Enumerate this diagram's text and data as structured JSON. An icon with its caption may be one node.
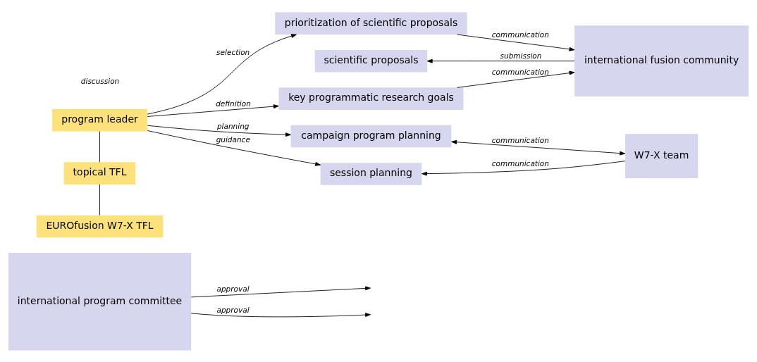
{
  "diagram": {
    "nodes": [
      {
        "text": [
          "international program committee"
        ]
      },
      {
        "text": [
          "program leader"
        ]
      },
      {
        "text": [
          "topical TFL"
        ]
      },
      {
        "text": [
          "EUROfusion W7-X TFL"
        ]
      },
      {
        "text": [
          "key programmatic research goals"
        ]
      },
      {
        "text": [
          "scientific proposals"
        ]
      },
      {
        "text": [
          "prioritization of scientific proposals"
        ]
      },
      {
        "text": [
          "campaign program planning"
        ]
      },
      {
        "text": [
          "session planning"
        ]
      },
      {
        "text": [
          "international fusion community"
        ]
      },
      {
        "text": [
          "W7-X team"
        ]
      }
    ],
    "edges": [
      {
        "from": 0,
        "to": null,
        "arrow": "to",
        "label": "approval"
      },
      {
        "from": 0,
        "to": null,
        "arrow": "to",
        "label": "approval"
      },
      {
        "from": 1,
        "to": 2,
        "arrow": "none"
      },
      {
        "from": 2,
        "to": 3,
        "arrow": "none"
      },
      {
        "from": 1,
        "to": 4,
        "arrow": "to",
        "label": "definition"
      },
      {
        "from": 1,
        "to": 6,
        "arrow": "to",
        "label": "selection"
      },
      {
        "from": 1,
        "to": 7,
        "arrow": "to",
        "label": "planning"
      },
      {
        "from": 1,
        "to": 8,
        "arrow": "to",
        "label": "guidance"
      },
      {
        "from": 4,
        "to": 9,
        "arrow": "to",
        "label": "communication"
      },
      {
        "from": 9,
        "to": 5,
        "arrow": "to",
        "label": "submission"
      },
      {
        "from": 6,
        "to": 9,
        "arrow": "to",
        "label": "communication"
      },
      {
        "from": 7,
        "to": 10,
        "arrow": "both",
        "label": "communication"
      },
      {
        "from": 10,
        "to": 8,
        "arrow": "to",
        "label": "communication"
      }
    ],
    "labels": [
      "discussion"
    ]
  }
}
